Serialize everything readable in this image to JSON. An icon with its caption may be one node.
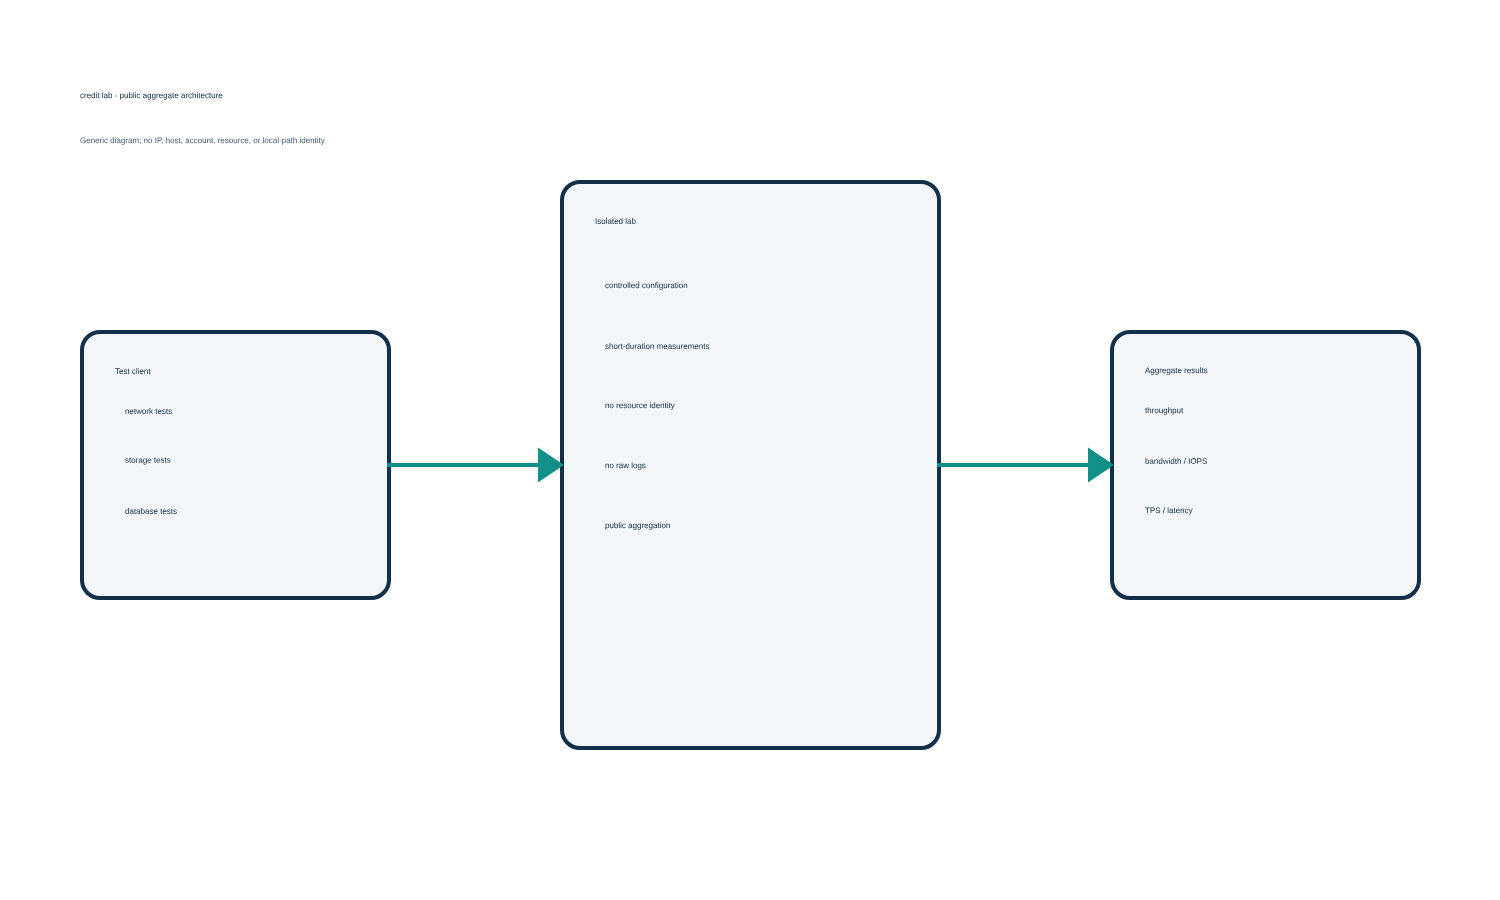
{
  "diagram": {
    "title": "credit lab - public aggregate architecture",
    "caption": "Generic diagram; no IP, host, account, resource, or local-path identity",
    "nodes": [
      {
        "text": [
          "Test client",
          "network tests",
          "storage tests",
          "database tests"
        ]
      },
      {
        "text": [
          "Isolated lab",
          "controlled configuration",
          "short-duration measurements",
          "no resource identity",
          "no raw logs",
          "public aggregation"
        ]
      },
      {
        "text": [
          "Aggregate results",
          "throughput",
          "bandwidth / IOPS",
          "TPS / latency"
        ]
      }
    ],
    "edges": [
      {
        "from": 0,
        "to": 1,
        "arrow": "to"
      },
      {
        "from": 1,
        "to": 2,
        "arrow": "to"
      }
    ]
  }
}
